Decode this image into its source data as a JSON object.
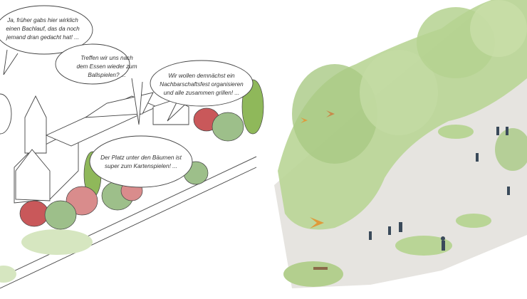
{
  "bubbles": [
    {
      "lines": [
        "Ja, früher gabs hier wirklich",
        "einen Bachlauf, das da noch",
        "jemand dran gedacht hat! ..."
      ]
    },
    {
      "lines": [
        "Treffen wir uns nach",
        "dem Essen wieder zum",
        "Ballspielen? ..."
      ]
    },
    {
      "lines": [
        "Wir wollen demnächst ein",
        "Nachbarschaftsfest organisieren",
        "und alle zusammen grillen! ..."
      ]
    },
    {
      "lines": [
        "Der Platz unter den Bäumen ist",
        "super zum Kartenspielen! ..."
      ]
    }
  ],
  "colors": {
    "tree_red": "#c9585a",
    "tree_pink": "#d98c8c",
    "tree_green": "#9dbf8a",
    "tree_lime": "#8fb85a",
    "lawn": "#d6e6c0",
    "paving": "#e6e4e0"
  }
}
